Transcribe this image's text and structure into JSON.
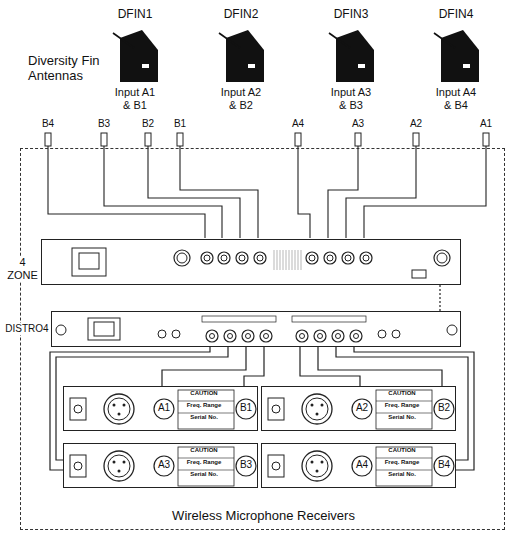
{
  "diagram": {
    "nodes": [
      {
        "text": [
          "DFIN1",
          "Input A1 & B1"
        ]
      },
      {
        "text": [
          "DFIN2",
          "Input A2 & B2"
        ]
      },
      {
        "text": [
          "DFIN3",
          "Input A3 & B3"
        ]
      },
      {
        "text": [
          "DFIN4",
          "Input A4 & B4"
        ]
      },
      {
        "text": [
          "Wireless Microphone Receivers"
        ]
      },
      {
        "text": [
          "4 ZONE"
        ],
        "in": 4
      },
      {
        "text": [
          "DISTRO4"
        ],
        "in": 4
      },
      {
        "text": [
          "A1",
          "B1"
        ],
        "in": 4
      },
      {
        "text": [
          "A2",
          "B2"
        ],
        "in": 4
      },
      {
        "text": [
          "A3",
          "B3"
        ],
        "in": 4
      },
      {
        "text": [
          "A4",
          "B4"
        ],
        "in": 4
      }
    ],
    "edges": [
      {
        "from": 5,
        "to": 6,
        "arrow": "none"
      },
      {
        "from": 6,
        "to": 7,
        "arrow": "none"
      },
      {
        "from": 6,
        "to": 7,
        "arrow": "none"
      },
      {
        "from": 6,
        "to": 8,
        "arrow": "none"
      },
      {
        "from": 6,
        "to": 8,
        "arrow": "none"
      },
      {
        "from": 6,
        "to": 9,
        "arrow": "none"
      },
      {
        "from": 6,
        "to": 9,
        "arrow": "none"
      },
      {
        "from": 6,
        "to": 10,
        "arrow": "none"
      },
      {
        "from": 6,
        "to": 10,
        "arrow": "none"
      }
    ],
    "labels": [
      "Diversity Fin Antennas",
      "B4",
      "B3",
      "B2",
      "B1",
      "A4",
      "A3",
      "A2",
      "A1",
      "CAUTION",
      "Freq. Range",
      "Serial No.",
      "CAUTION",
      "Freq. Range",
      "Serial No.",
      "CAUTION",
      "Freq. Range",
      "Serial No.",
      "CAUTION",
      "Freq. Range",
      "Serial No."
    ]
  }
}
